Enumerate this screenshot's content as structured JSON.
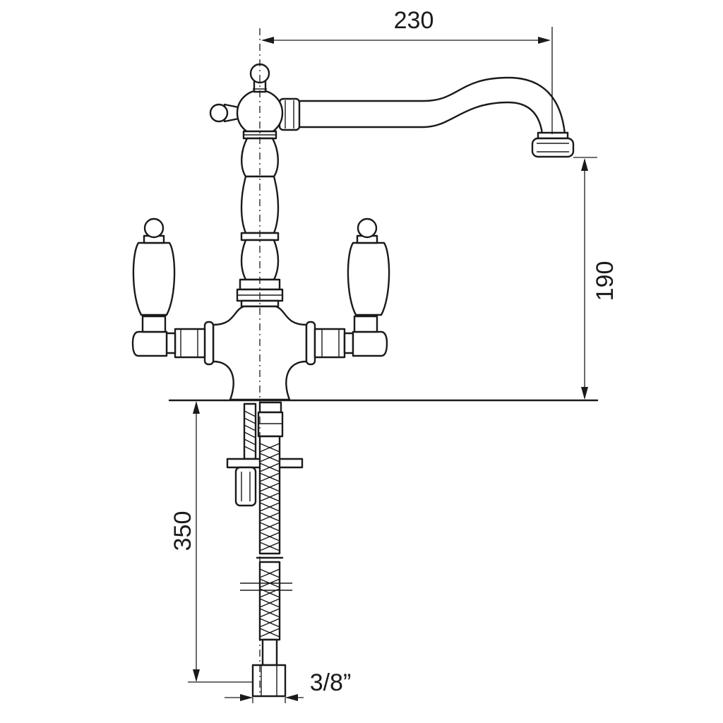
{
  "dimensions": {
    "spout_reach": "230",
    "spout_height": "190",
    "hose_length": "350",
    "connection": "3/8”"
  },
  "colors": {
    "line": "#1a1a1a",
    "background": "#ffffff"
  }
}
